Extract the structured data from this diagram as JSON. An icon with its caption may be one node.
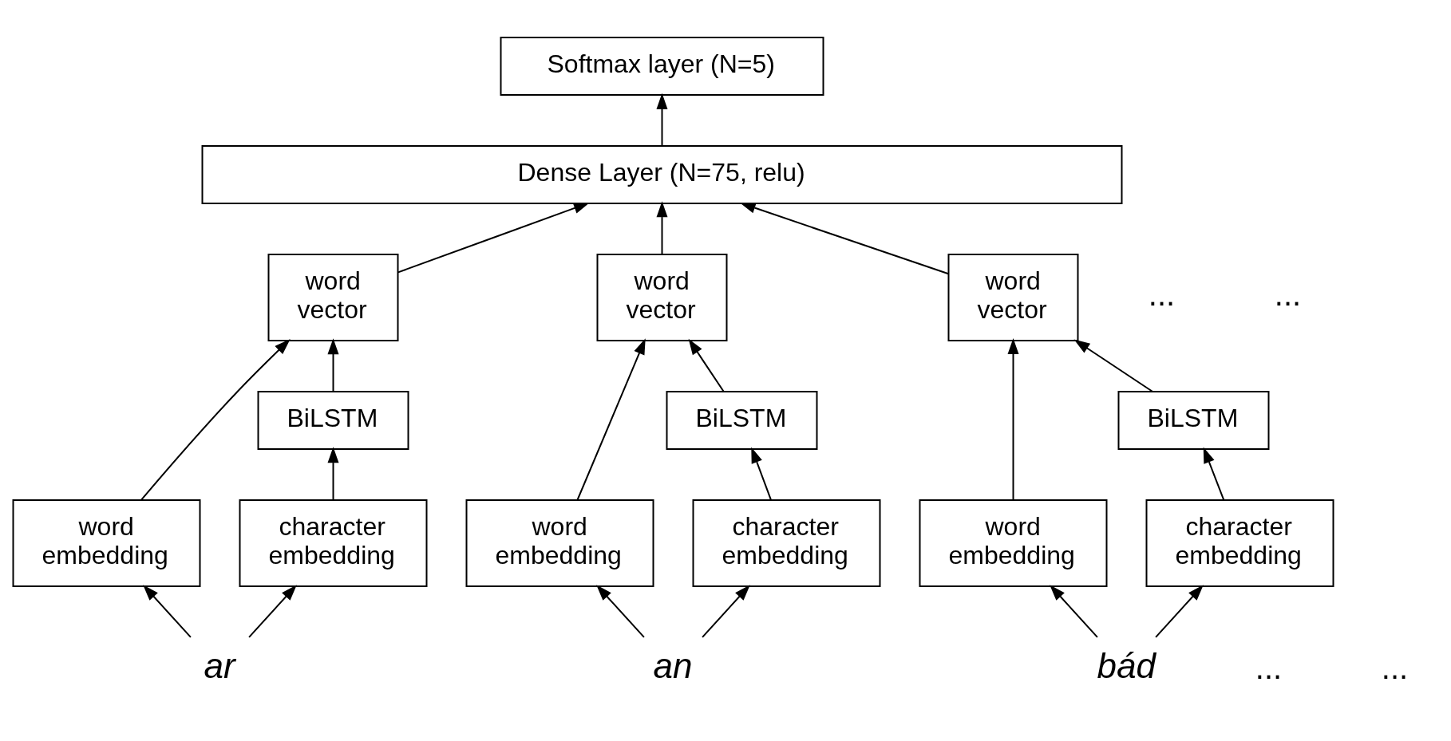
{
  "diagram": {
    "nodes": [
      {
        "text": [
          "Softmax layer (N=5)"
        ]
      },
      {
        "text": [
          "Dense Layer (N=75, relu)"
        ]
      },
      {
        "text": [
          "word vector"
        ]
      },
      {
        "text": [
          "BiLSTM"
        ]
      },
      {
        "text": [
          "word embedding"
        ]
      },
      {
        "text": [
          "character embedding"
        ]
      },
      {
        "text": [
          "ar"
        ]
      },
      {
        "text": [
          "word vector"
        ]
      },
      {
        "text": [
          "BiLSTM"
        ]
      },
      {
        "text": [
          "word embedding"
        ]
      },
      {
        "text": [
          "character embedding"
        ]
      },
      {
        "text": [
          "an"
        ]
      },
      {
        "text": [
          "word vector"
        ]
      },
      {
        "text": [
          "BiLSTM"
        ]
      },
      {
        "text": [
          "word embedding"
        ]
      },
      {
        "text": [
          "character embedding"
        ]
      },
      {
        "text": [
          "bád"
        ]
      }
    ],
    "edges": [
      {
        "from": 1,
        "to": 0,
        "arrow": "to"
      },
      {
        "from": 2,
        "to": 1,
        "arrow": "to"
      },
      {
        "from": 7,
        "to": 1,
        "arrow": "to"
      },
      {
        "from": 12,
        "to": 1,
        "arrow": "to"
      },
      {
        "from": 4,
        "to": 2,
        "arrow": "to"
      },
      {
        "from": 3,
        "to": 2,
        "arrow": "to"
      },
      {
        "from": 5,
        "to": 3,
        "arrow": "to"
      },
      {
        "from": 6,
        "to": 4,
        "arrow": "to"
      },
      {
        "from": 6,
        "to": 5,
        "arrow": "to"
      },
      {
        "from": 9,
        "to": 7,
        "arrow": "to"
      },
      {
        "from": 8,
        "to": 7,
        "arrow": "to"
      },
      {
        "from": 10,
        "to": 8,
        "arrow": "to"
      },
      {
        "from": 11,
        "to": 9,
        "arrow": "to"
      },
      {
        "from": 11,
        "to": 10,
        "arrow": "to"
      },
      {
        "from": 14,
        "to": 12,
        "arrow": "to"
      },
      {
        "from": 13,
        "to": 12,
        "arrow": "to"
      },
      {
        "from": 15,
        "to": 13,
        "arrow": "to"
      },
      {
        "from": 16,
        "to": 14,
        "arrow": "to"
      },
      {
        "from": 16,
        "to": 15,
        "arrow": "to"
      }
    ],
    "labels": [
      "...",
      "...",
      "...",
      "..."
    ]
  }
}
